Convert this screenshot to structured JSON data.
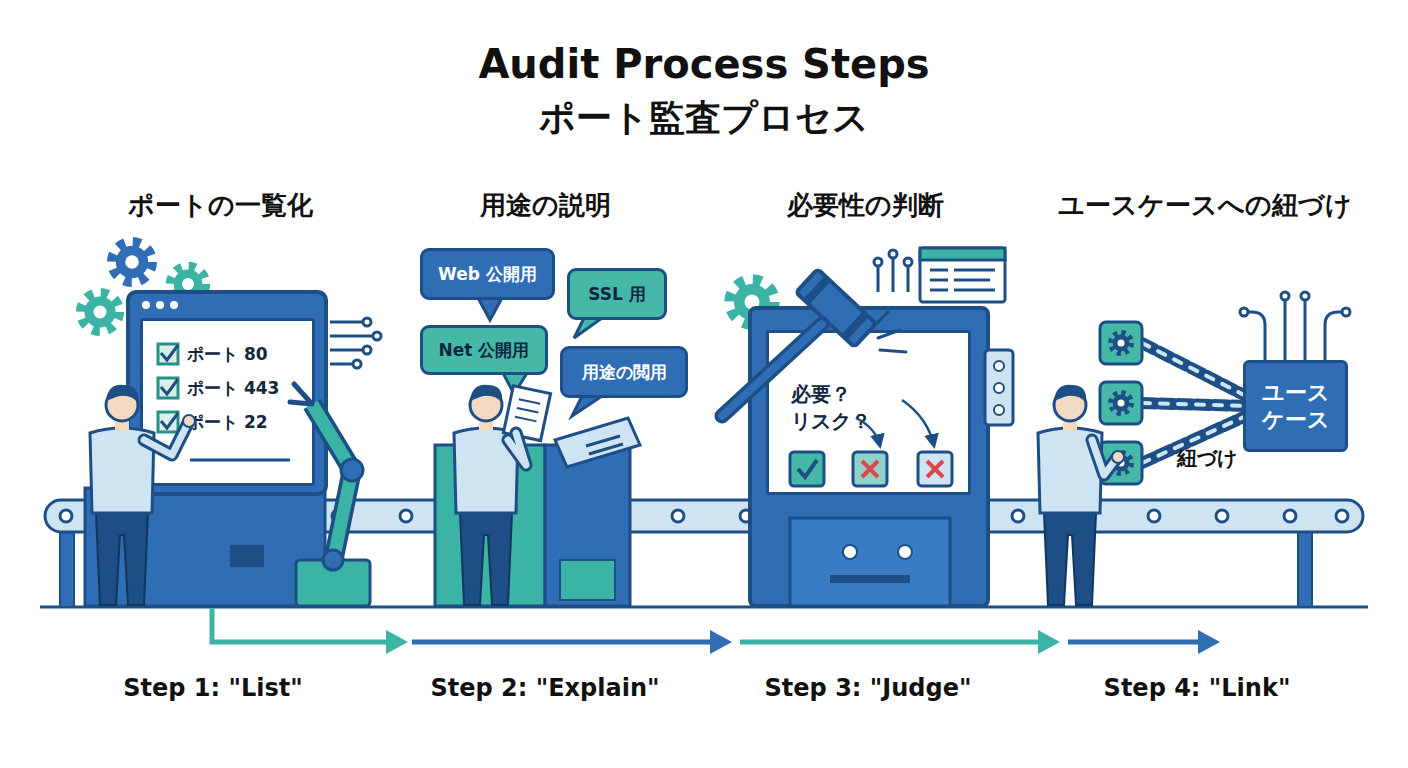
{
  "diagram": {
    "title": "Audit Process Steps",
    "nodes": [
      {
        "text": [
          "ポート 80",
          "ポート 443",
          "ポート 22"
        ]
      },
      {
        "text": [
          "Web 公開用"
        ]
      },
      {
        "text": [
          "SSL 用"
        ]
      },
      {
        "text": [
          "Net 公開用"
        ]
      },
      {
        "text": [
          "用途の閲用"
        ]
      },
      {
        "text": [
          "必要？ リスク？"
        ]
      },
      {
        "text": [
          "ユース ケース"
        ]
      }
    ],
    "labels": [
      "ポート監査プロセス",
      "ポートの一覧化",
      "用途の説明",
      "必要性の判断",
      "ユースケースへの紐づけ",
      "紐づけ",
      "Step 1: \"List\"",
      "Step 2: \"Explain\"",
      "Step 3: \"Judge\"",
      "Step 4: \"Link\""
    ]
  }
}
